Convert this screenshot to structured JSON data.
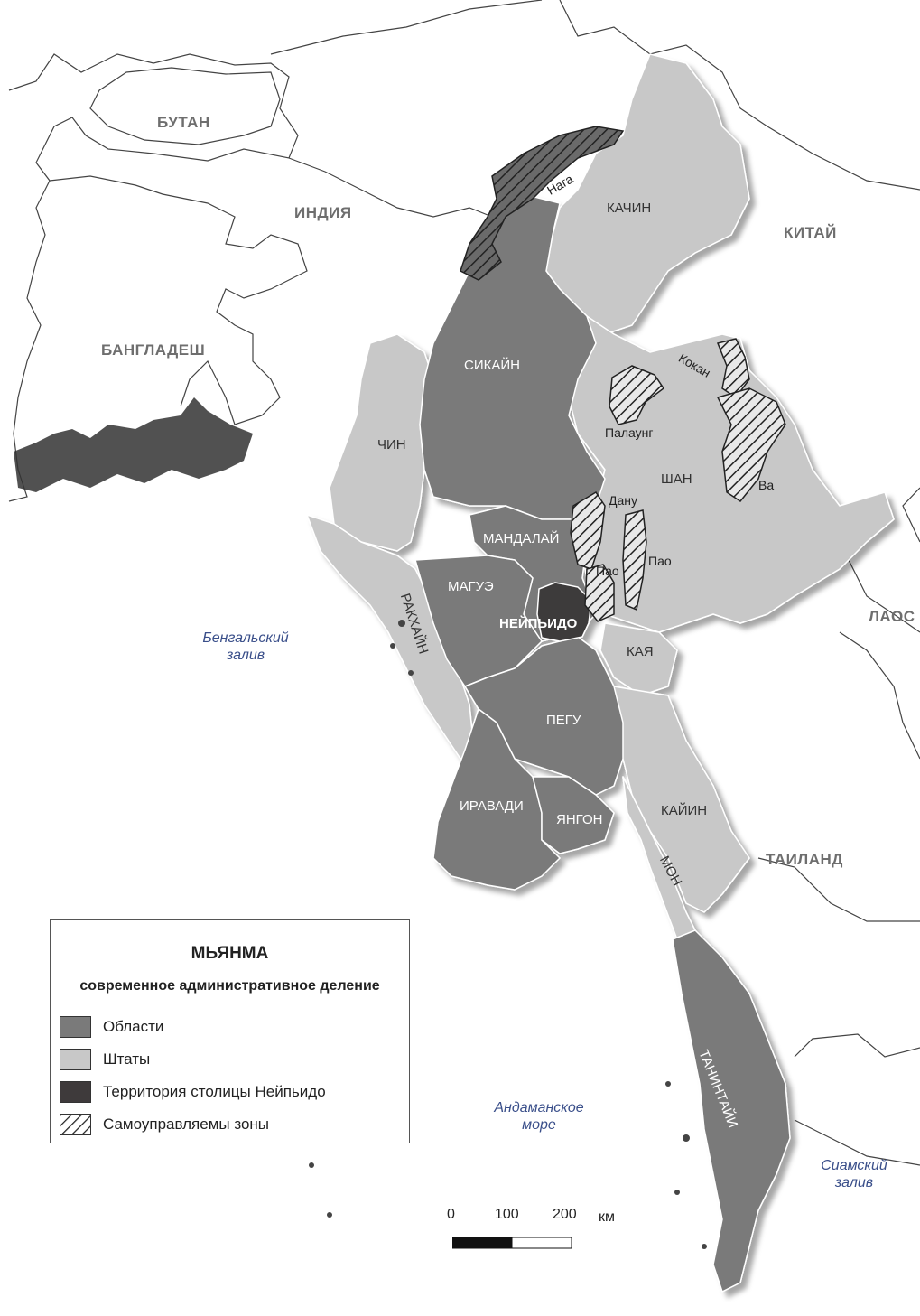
{
  "countries": {
    "bhutan": "БУТАН",
    "india": "ИНДИЯ",
    "china": "КИТАЙ",
    "bangladesh": "БАНГЛАДЕШ",
    "laos": "ЛАОС",
    "thailand": "ТАИЛАНД"
  },
  "seas": {
    "bengal_1": "Бенгальский",
    "bengal_2": "залив",
    "andaman_1": "Андаманское",
    "andaman_2": "море",
    "siam_1": "Сиамский",
    "siam_2": "залив"
  },
  "regions": {
    "sagaing": "СИКАЙН",
    "mandalay": "МАНДАЛАЙ",
    "magway": "МАГУЭ",
    "bago": "ПЕГУ",
    "ayeyarwady": "ИРАВАДИ",
    "yangon": "ЯНГОН",
    "tanintharyi": "ТАНИНТАЙИ"
  },
  "states": {
    "kachin": "КАЧИН",
    "chin": "ЧИН",
    "shan": "ШАН",
    "rakhine": "РАКХАЙН",
    "kayah": "КАЯ",
    "kayin": "КАЙИН",
    "mon": "МОН"
  },
  "capital": "НЕЙПЬИДО",
  "zones": {
    "naga": "Нага",
    "kokang": "Кокан",
    "palaung": "Палаунг",
    "wa": "Ва",
    "danu": "Дану",
    "pao_1": "Пао",
    "pao_2": "Пао"
  },
  "legend": {
    "title": "МЬЯНМА",
    "subtitle": "современное административное деление",
    "items": [
      {
        "label": "Области",
        "fill": "#7a7a7a",
        "pattern": false
      },
      {
        "label": "Штаты",
        "fill": "#c8c8c8",
        "pattern": false
      },
      {
        "label": "Территория столицы Нейпьидо",
        "fill": "#3e3a3b",
        "pattern": false
      },
      {
        "label": "Самоуправляемы зоны",
        "fill": "#ffffff",
        "pattern": true
      }
    ]
  },
  "scale": {
    "ticks": [
      "0",
      "100",
      "200"
    ],
    "unit": "км"
  },
  "colors": {
    "region": "#7a7a7a",
    "state": "#c8c8c8",
    "capital": "#3e3a3b",
    "sea_text": "#3a4f8a",
    "country_text": "#6e6e6e"
  }
}
